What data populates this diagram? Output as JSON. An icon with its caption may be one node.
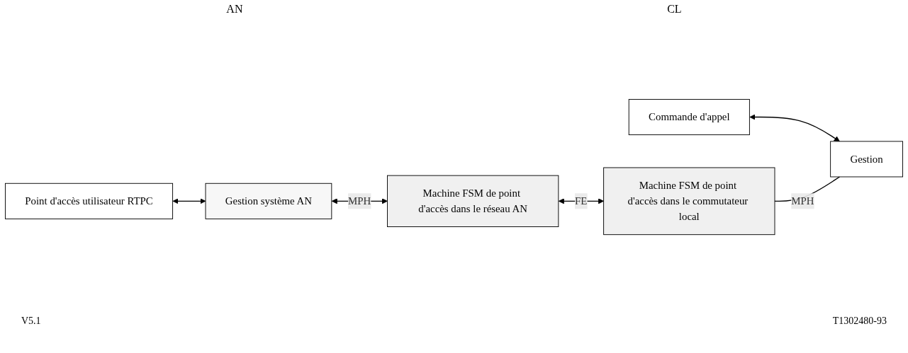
{
  "diagram": {
    "nodes": [
      {
        "text": [
          "Point d'accès utilisateur RTPC"
        ]
      },
      {
        "text": [
          "Gestion système AN"
        ]
      },
      {
        "text": [
          "Machine FSM de point d'accès dans le réseau AN"
        ]
      },
      {
        "text": [
          "Machine FSM de point d'accès dans le commutateur local"
        ]
      },
      {
        "text": [
          "Commande d'appel"
        ]
      },
      {
        "text": [
          "Gestion"
        ]
      }
    ],
    "edges": [
      {
        "from": 0,
        "to": 1,
        "arrow": "both"
      },
      {
        "from": 1,
        "to": 2,
        "arrow": "both",
        "label": "MPH"
      },
      {
        "from": 2,
        "to": 3,
        "arrow": "both",
        "label": "FE"
      },
      {
        "from": 4,
        "to": 5,
        "arrow": "both"
      },
      {
        "from": 3,
        "to": 5,
        "arrow": "none",
        "label": "MPH"
      }
    ],
    "labels": [
      "AN",
      "CL",
      "V5.1",
      "T1302480-93"
    ]
  }
}
